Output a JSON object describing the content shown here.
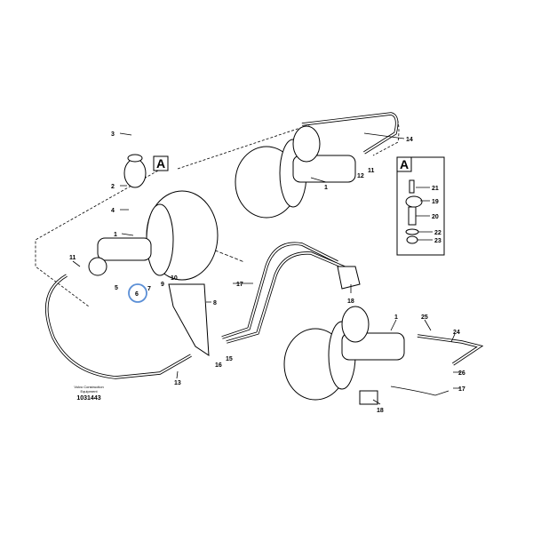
{
  "diagram": {
    "view_label": "A",
    "detail_panel_label": "A",
    "brand_line1": "Volvo Construction",
    "brand_line2": "Equipment",
    "drawing_number": "1031443",
    "highlight_color": "#5b8fd6",
    "highlighted_part": "6",
    "callouts": [
      "14",
      "3",
      "2",
      "4",
      "1",
      "11",
      "5",
      "6",
      "7",
      "9",
      "10",
      "8",
      "17",
      "12",
      "11",
      "1",
      "13",
      "16",
      "15",
      "18",
      "1",
      "25",
      "24",
      "26",
      "17",
      "18"
    ],
    "detail_callouts": [
      "21",
      "19",
      "20",
      "22",
      "23"
    ]
  }
}
